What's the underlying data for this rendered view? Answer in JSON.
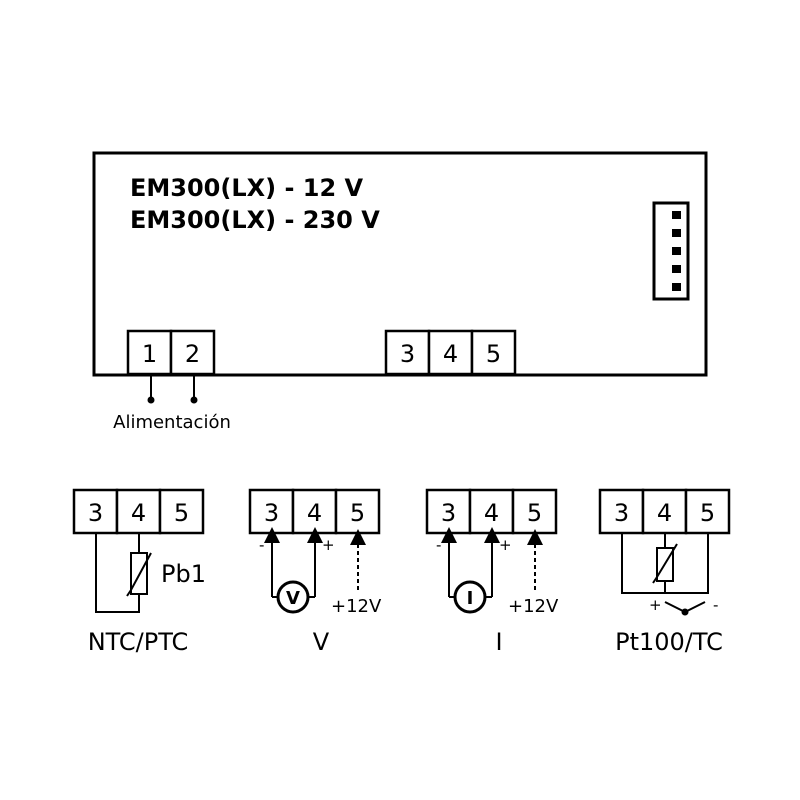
{
  "device": {
    "title_line1": "EM300(LX) - 12 V",
    "title_line2": "EM300(LX) - 230 V",
    "terminals_left": [
      "1",
      "2"
    ],
    "terminals_right": [
      "3",
      "4",
      "5"
    ],
    "power_label": "Alimentación"
  },
  "diagrams": [
    {
      "terminals": [
        "3",
        "4",
        "5"
      ],
      "caption": "NTC/PTC",
      "sensor_label": "Pb1"
    },
    {
      "terminals": [
        "3",
        "4",
        "5"
      ],
      "caption": "V",
      "meter_symbol": "V",
      "minus": "-",
      "plus": "+",
      "supply": "+12V"
    },
    {
      "terminals": [
        "3",
        "4",
        "5"
      ],
      "caption": "I",
      "meter_symbol": "I",
      "minus": "-",
      "plus": "+",
      "supply": "+12V"
    },
    {
      "terminals": [
        "3",
        "4",
        "5"
      ],
      "caption": "Pt100/TC",
      "plus": "+",
      "minus": "-"
    }
  ]
}
